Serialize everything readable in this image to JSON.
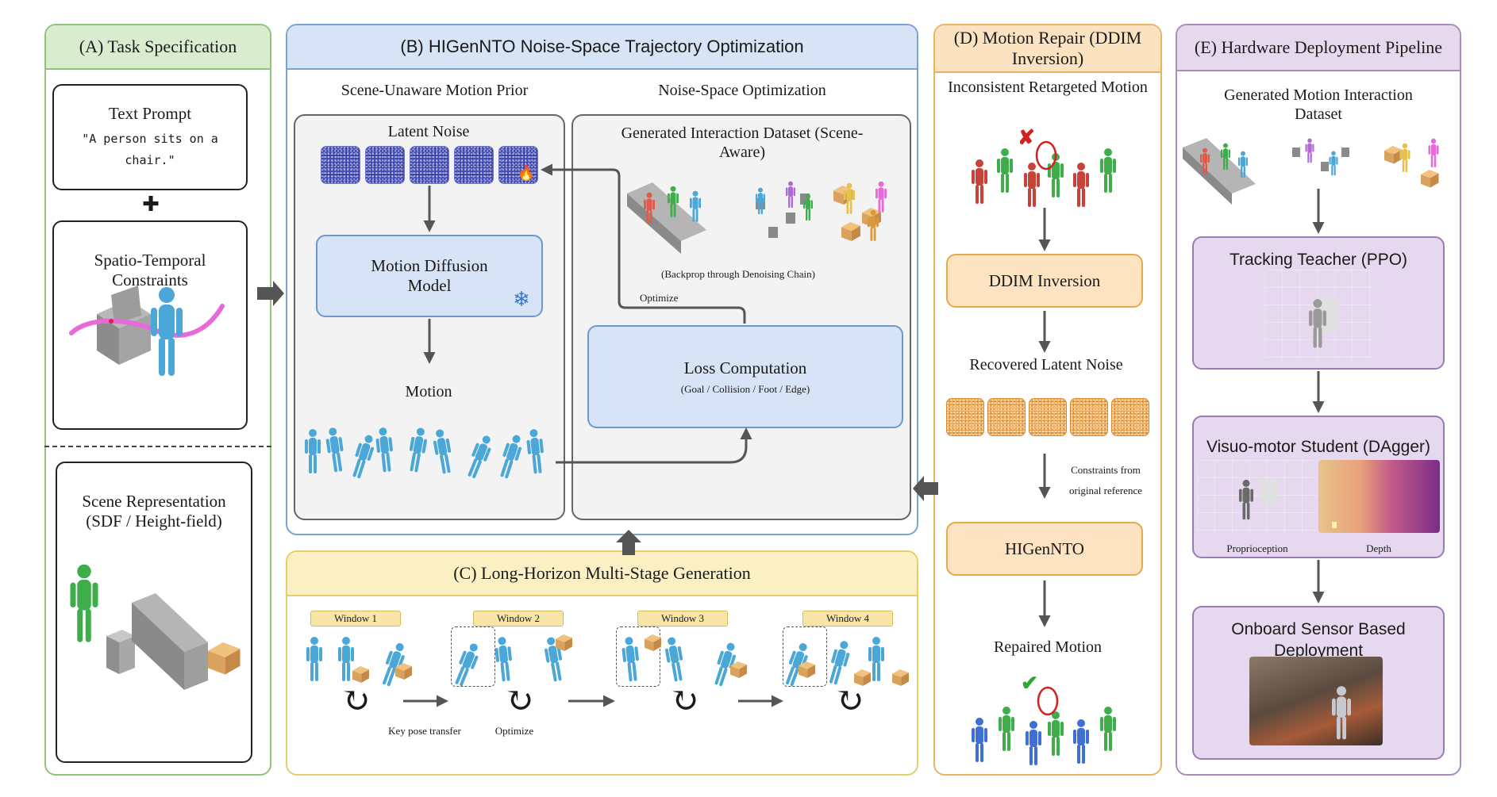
{
  "panels": {
    "a": {
      "title": "(A) Task Specification"
    },
    "b": {
      "title": "(B) HIGenNTO Noise-Space Trajectory Optimization"
    },
    "c": {
      "title": "(C) Long-Horizon Multi-Stage Generation"
    },
    "d": {
      "title": "(D) Motion Repair (DDIM Inversion)"
    },
    "e": {
      "title": "(E) Hardware Deployment Pipeline"
    }
  },
  "task": {
    "text_prompt_title": "Text Prompt",
    "text_prompt_value": "\"A person sits on a chair.\"",
    "plus": "✚",
    "constraints_title": "Spatio-Temporal Constraints",
    "scene_title": "Scene Representation (SDF / Height-field)"
  },
  "hig": {
    "prior_title": "Scene-Unaware Motion Prior",
    "opt_title": "Noise-Space Optimization",
    "latent_noise": "Latent Noise",
    "mdm": "Motion Diffusion Model",
    "motion": "Motion",
    "dataset_title": "Generated Interaction Dataset (Scene-Aware)",
    "backprop": "(Backprop through Denoising Chain)",
    "optimize": "Optimize",
    "loss_title": "Loss Computation",
    "loss_terms": "(Goal / Collision / Foot / Edge)",
    "fire_icon": "🔥",
    "snow_icon": "❄"
  },
  "long": {
    "windows": [
      "Window 1",
      "Window 2",
      "Window 3",
      "Window 4"
    ],
    "key_pose": "Key pose transfer",
    "optimize": "Optimize",
    "cycle_icon": "↻"
  },
  "repair": {
    "inconsistent": "Inconsistent Retargeted Motion",
    "ddim": "DDIM Inversion",
    "recovered": "Recovered Latent Noise",
    "constraints": "Constraints from original reference",
    "higennto": "HIGenNTO",
    "repaired": "Repaired Motion",
    "bad_icon": "✘",
    "good_icon": "✔"
  },
  "deploy": {
    "dataset_title": "Generated Motion Interaction Dataset",
    "teacher": "Tracking Teacher (PPO)",
    "student": "Visuo-motor Student (DAgger)",
    "proprio": "Proprioception",
    "depth": "Depth",
    "onboard": "Onboard Sensor Based Deployment"
  },
  "colors": {
    "green_border": "#8fc47a",
    "blue_border": "#7aa3d6",
    "yellow_border": "#e8cd6c",
    "orange_border": "#eab463",
    "purple_border": "#a98bbd",
    "figure_blue": "#4aa7d8",
    "figure_green": "#3fae4a",
    "figure_red": "#c9423a",
    "trajectory_pink": "#e86ad8",
    "arrow_gray": "#555555"
  }
}
